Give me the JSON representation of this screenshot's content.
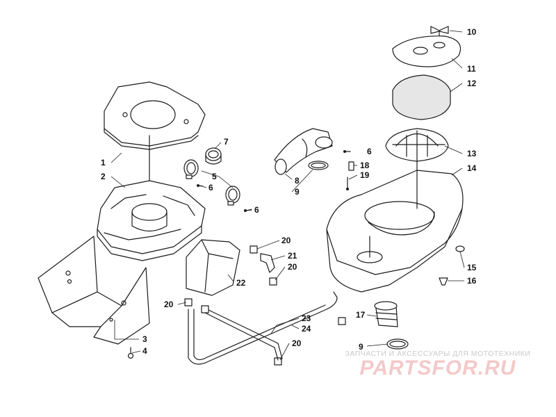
{
  "callouts": [
    "1",
    "2",
    "3",
    "4",
    "5",
    "6",
    "6",
    "6",
    "7",
    "8",
    "9",
    "9",
    "10",
    "11",
    "12",
    "13",
    "14",
    "15",
    "16",
    "17",
    "18",
    "19",
    "20",
    "20",
    "20",
    "20",
    "21",
    "22",
    "23",
    "24"
  ],
  "watermark": {
    "caption": "ЗАПЧАСТИ И АКСЕССУАРЫ ДЛЯ МОТОТЕХНИКИ",
    "logo": "PARTSFOR.RU"
  },
  "colors": {
    "line": "#1a1a1a",
    "watermark_logo": "#f3c9c9",
    "watermark_caption": "#c9c9c9"
  }
}
